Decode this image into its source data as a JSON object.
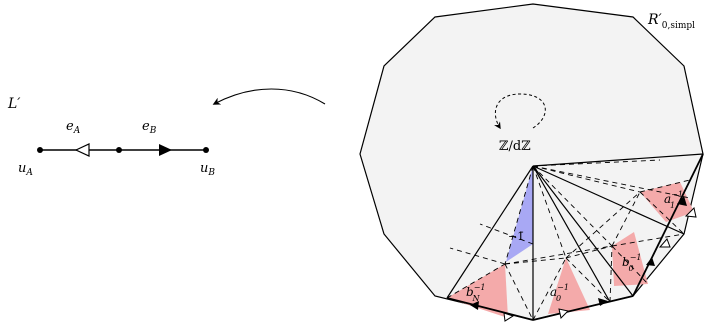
{
  "graph": {
    "name": "L′",
    "vertices": {
      "left": "u",
      "left_sub": "A",
      "right": "u",
      "right_sub": "B"
    },
    "edges": {
      "left": "e",
      "left_sub": "A",
      "right": "e",
      "right_sub": "B"
    }
  },
  "surface": {
    "name": "R′",
    "name_sub": "0,simpl",
    "rotation_label": "ℤ/dℤ",
    "center_label": "−1̄",
    "triangles": [
      {
        "base": "b",
        "sub": "N",
        "sup": "−1"
      },
      {
        "base": "a",
        "sub": "0",
        "sup": "−1"
      },
      {
        "base": "b",
        "sub": "0",
        "sup": "−1"
      },
      {
        "base": "a",
        "sub": "1",
        "sup": "−1"
      }
    ]
  },
  "colors": {
    "polygon_fill": "#f3f3f3",
    "red_triangle": "#f4aaaa",
    "blue_triangle": "#a8a8f4",
    "stroke": "#000000"
  }
}
